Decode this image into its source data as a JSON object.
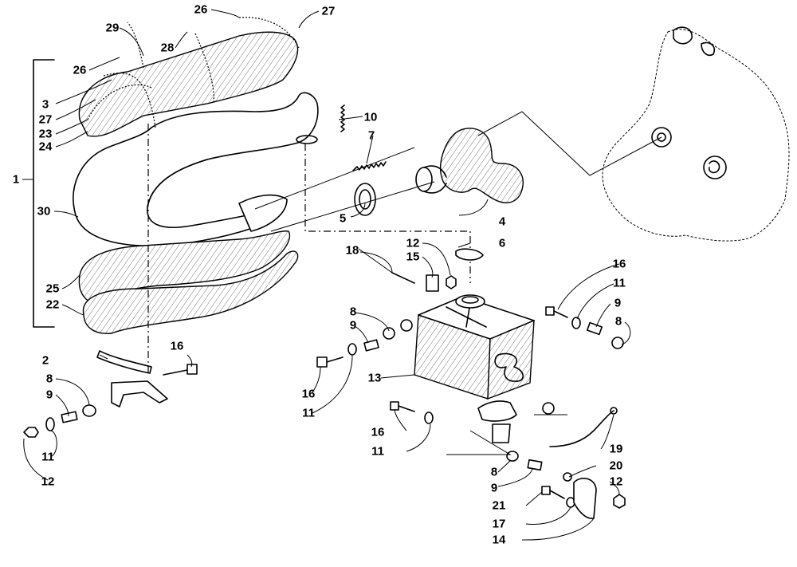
{
  "diagram": {
    "callouts": [
      {
        "id": "c1",
        "label": "1"
      },
      {
        "id": "c2",
        "label": "2"
      },
      {
        "id": "c3",
        "label": "3"
      },
      {
        "id": "c4",
        "label": "4"
      },
      {
        "id": "c5",
        "label": "5"
      },
      {
        "id": "c6",
        "label": "6"
      },
      {
        "id": "c7",
        "label": "7"
      },
      {
        "id": "c8a",
        "label": "8"
      },
      {
        "id": "c8b",
        "label": "8"
      },
      {
        "id": "c8c",
        "label": "8"
      },
      {
        "id": "c8d",
        "label": "8"
      },
      {
        "id": "c9a",
        "label": "9"
      },
      {
        "id": "c9b",
        "label": "9"
      },
      {
        "id": "c9c",
        "label": "9"
      },
      {
        "id": "c9d",
        "label": "9"
      },
      {
        "id": "c10",
        "label": "10"
      },
      {
        "id": "c11a",
        "label": "11"
      },
      {
        "id": "c11b",
        "label": "11"
      },
      {
        "id": "c11c",
        "label": "11"
      },
      {
        "id": "c11d",
        "label": "11"
      },
      {
        "id": "c12a",
        "label": "12"
      },
      {
        "id": "c12b",
        "label": "12"
      },
      {
        "id": "c12c",
        "label": "12"
      },
      {
        "id": "c13",
        "label": "13"
      },
      {
        "id": "c14",
        "label": "14"
      },
      {
        "id": "c15",
        "label": "15"
      },
      {
        "id": "c16a",
        "label": "16"
      },
      {
        "id": "c16b",
        "label": "16"
      },
      {
        "id": "c16c",
        "label": "16"
      },
      {
        "id": "c16d",
        "label": "16"
      },
      {
        "id": "c17",
        "label": "17"
      },
      {
        "id": "c18",
        "label": "18"
      },
      {
        "id": "c19",
        "label": "19"
      },
      {
        "id": "c20",
        "label": "20"
      },
      {
        "id": "c21",
        "label": "21"
      },
      {
        "id": "c22",
        "label": "22"
      },
      {
        "id": "c23",
        "label": "23"
      },
      {
        "id": "c24",
        "label": "24"
      },
      {
        "id": "c25",
        "label": "25"
      },
      {
        "id": "c26a",
        "label": "26"
      },
      {
        "id": "c26b",
        "label": "26"
      },
      {
        "id": "c27a",
        "label": "27"
      },
      {
        "id": "c27b",
        "label": "27"
      },
      {
        "id": "c28",
        "label": "28"
      },
      {
        "id": "c29",
        "label": "29"
      },
      {
        "id": "c30",
        "label": "30"
      }
    ]
  }
}
